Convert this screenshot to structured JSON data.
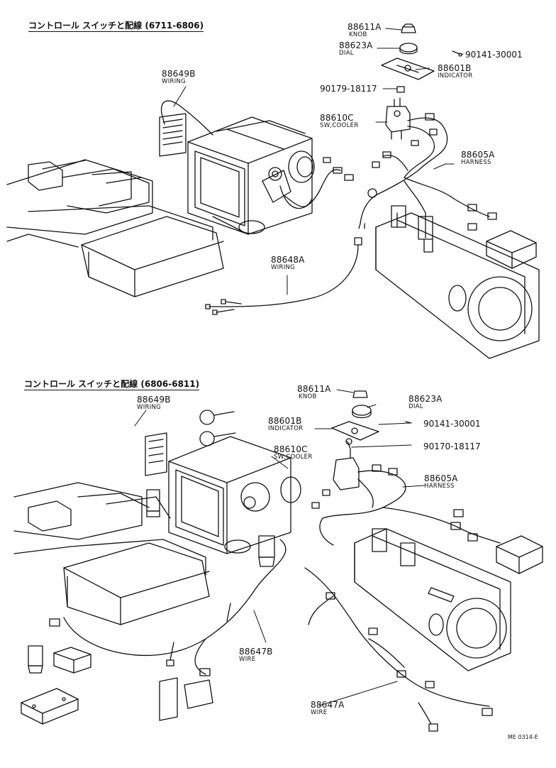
{
  "sections": [
    {
      "title": "コントロール スイッチと配線 (6711-6806)",
      "callouts": {
        "knob": {
          "part": "88611A",
          "desc": "KNOB"
        },
        "dial": {
          "part": "88623A",
          "desc": "DIAL"
        },
        "screw": {
          "part": "90141-30001"
        },
        "indicator": {
          "part": "88601B",
          "desc": "INDICATOR"
        },
        "clip": {
          "part": "90179-18117"
        },
        "switch": {
          "part": "88610C",
          "desc": "SW,COOLER"
        },
        "harness": {
          "part": "88605A",
          "desc": "HARNESS"
        },
        "wiring_b": {
          "part": "88649B",
          "desc": "WIRING"
        },
        "wiring_a": {
          "part": "88648A",
          "desc": "WIRING"
        }
      }
    },
    {
      "title": "コントロール スイッチと配線 (6806-6811)",
      "callouts": {
        "knob": {
          "part": "88611A",
          "desc": "KNOB"
        },
        "dial": {
          "part": "88623A",
          "desc": "DIAL"
        },
        "indicator": {
          "part": "88601B",
          "desc": "INDICATOR"
        },
        "screw": {
          "part": "90141-30001"
        },
        "clip": {
          "part": "90170-18117"
        },
        "switch": {
          "part": "88610C",
          "desc": "SW,COOLER"
        },
        "harness": {
          "part": "88605A",
          "desc": "HARNESS"
        },
        "wiring_b": {
          "part": "88649B",
          "desc": "WIRING"
        },
        "wire_b": {
          "part": "88647B",
          "desc": "WIRE"
        },
        "wire_a": {
          "part": "88647A",
          "desc": "WIRE"
        }
      }
    }
  ],
  "figure_code": "ME 0314-E",
  "line_color": "#111111"
}
